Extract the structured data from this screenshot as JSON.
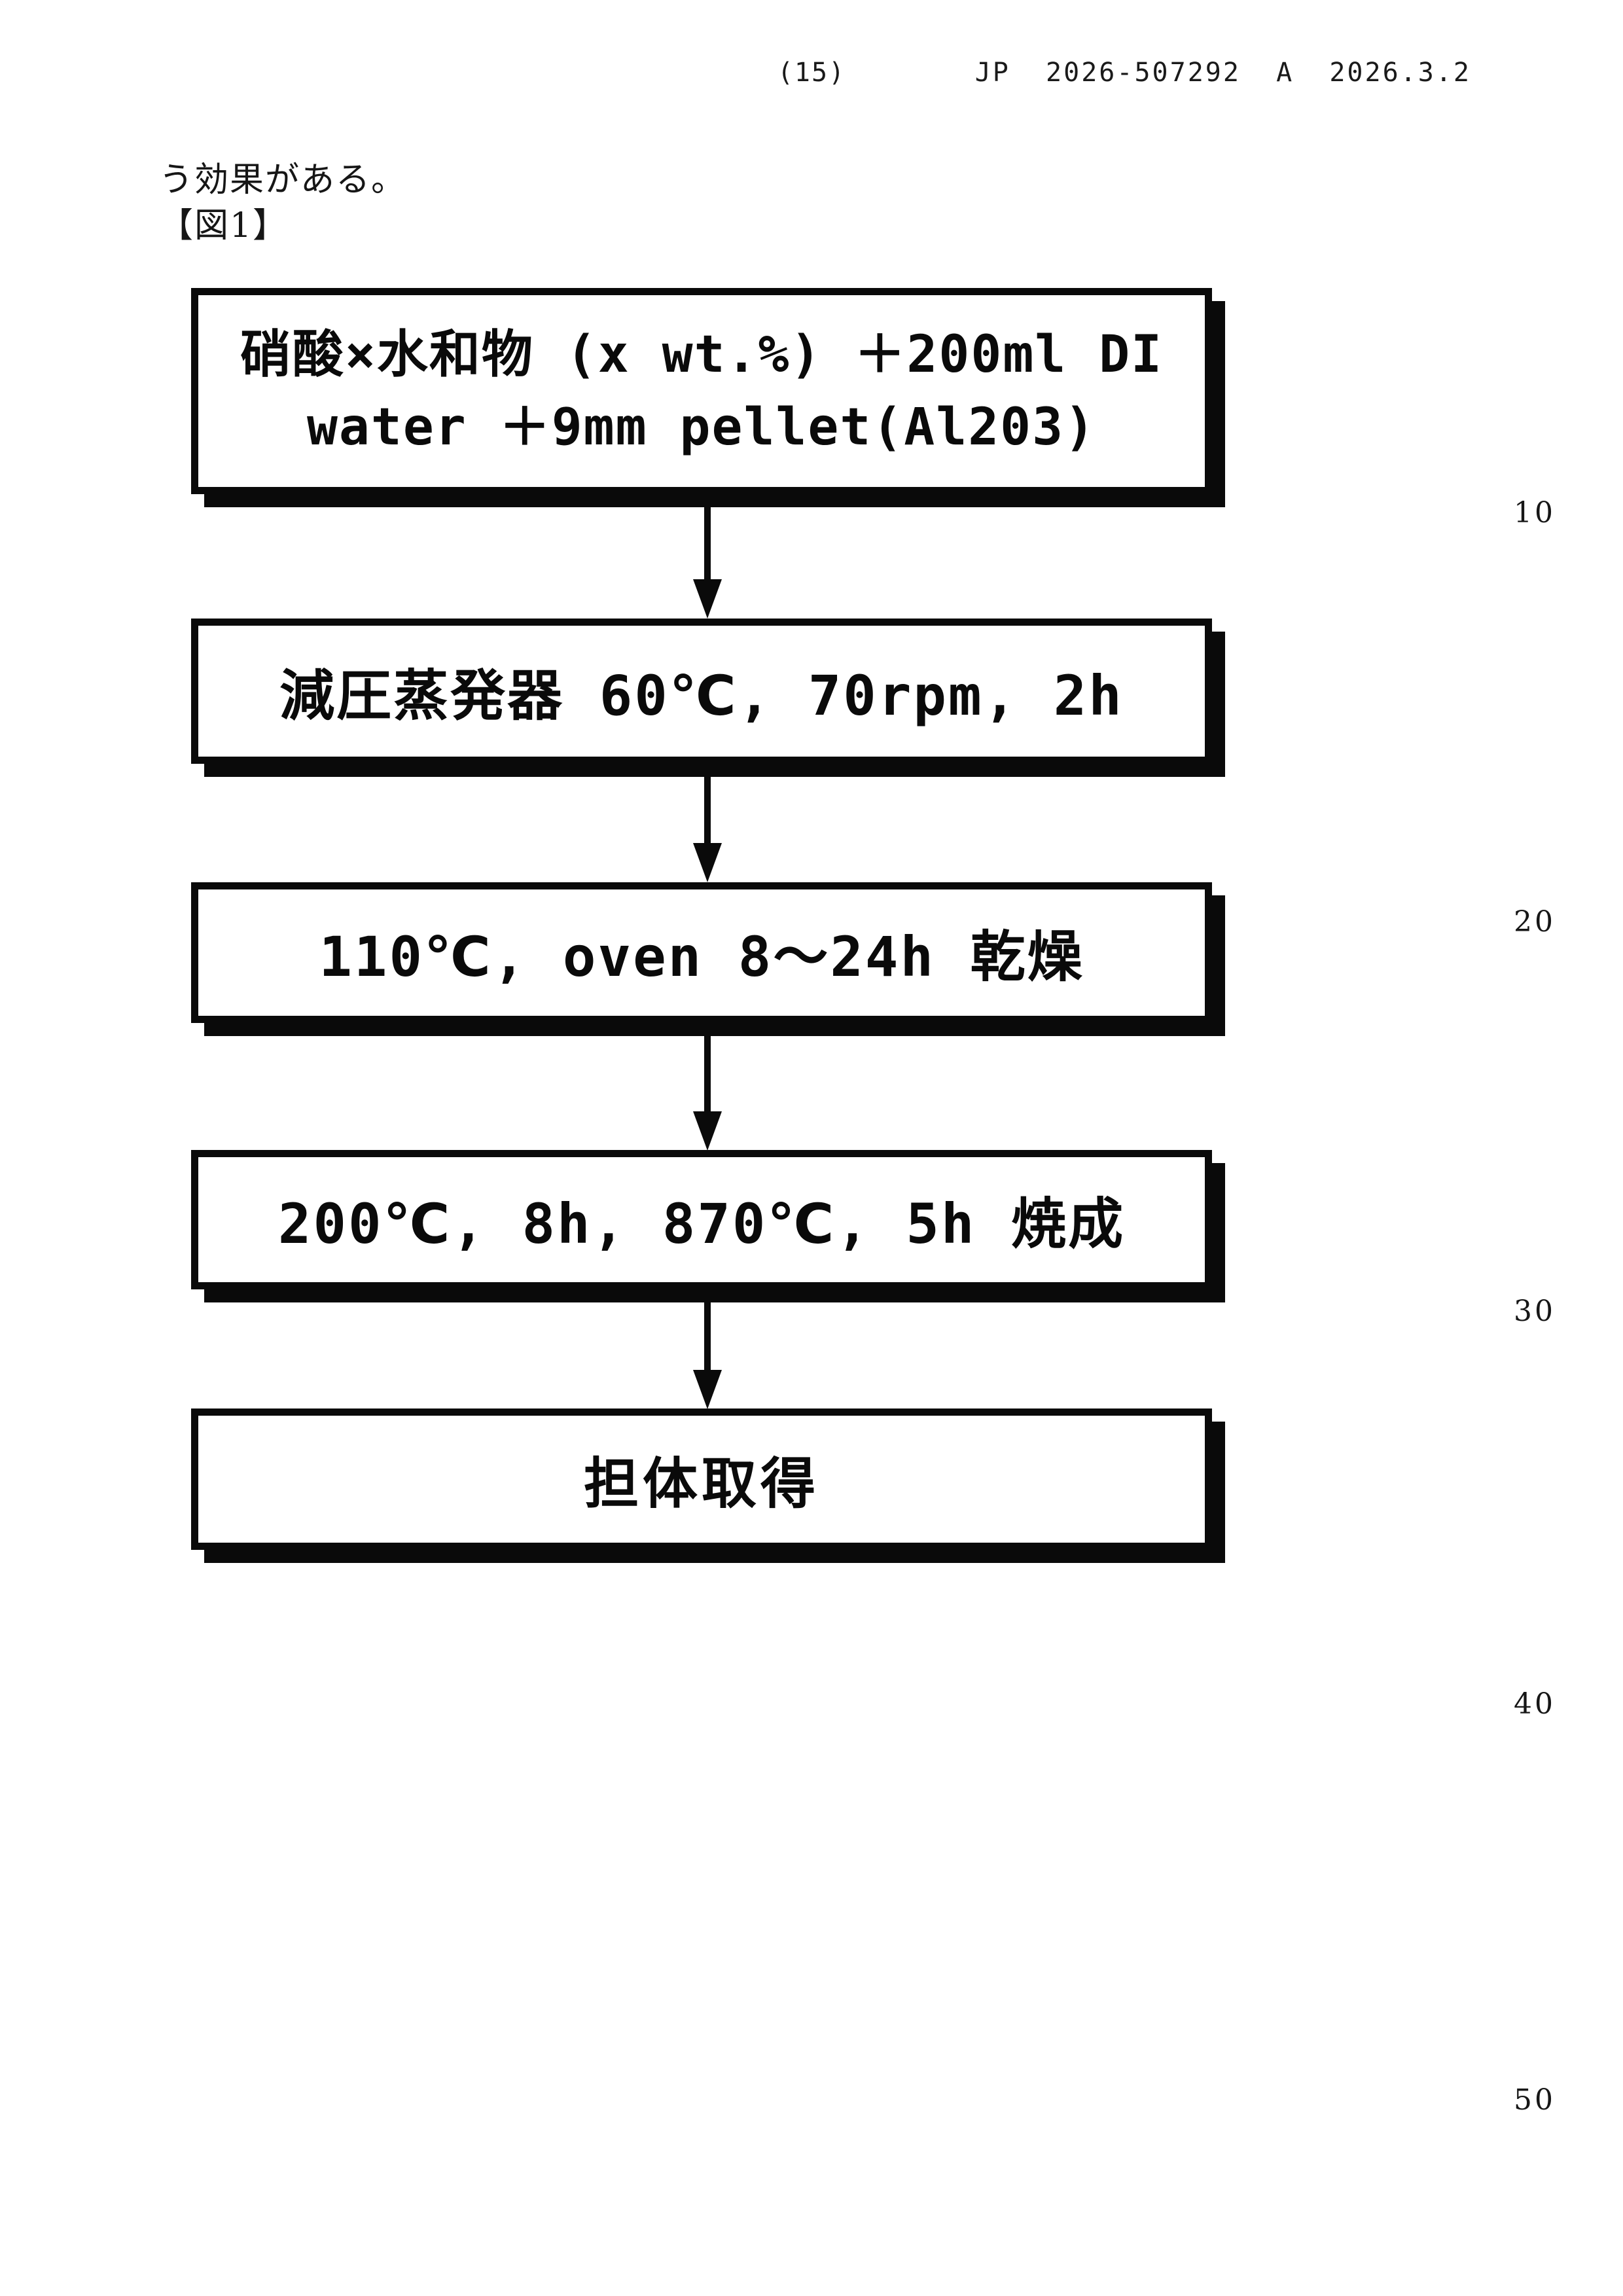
{
  "header": {
    "page_number": "(15)",
    "publication_number": "JP  2026-507292  A  2026.3.2"
  },
  "body": {
    "paragraph_end": "う効果がある。",
    "figure_label": "【図1】"
  },
  "line_numbers": [
    "10",
    "20",
    "30",
    "40",
    "50"
  ],
  "chart_data": {
    "type": "flowchart",
    "title": "図1",
    "direction": "top-to-bottom",
    "steps": [
      {
        "id": 1,
        "lines": [
          "硝酸×水和物 (x wt.%) ＋200ml DI",
          "water ＋9mm pellet(Al203)"
        ]
      },
      {
        "id": 2,
        "lines": [
          "減圧蒸発器  60℃, 70rpm, 2h"
        ]
      },
      {
        "id": 3,
        "lines": [
          "110℃, oven 8～24h 乾燥"
        ]
      },
      {
        "id": 4,
        "lines": [
          "200℃, 8h, 870℃, 5h 焼成"
        ]
      },
      {
        "id": 5,
        "lines": [
          "担体取得"
        ]
      }
    ],
    "connections": [
      {
        "from": 1,
        "to": 2
      },
      {
        "from": 2,
        "to": 3
      },
      {
        "from": 3,
        "to": 4
      },
      {
        "from": 4,
        "to": 5
      }
    ]
  }
}
